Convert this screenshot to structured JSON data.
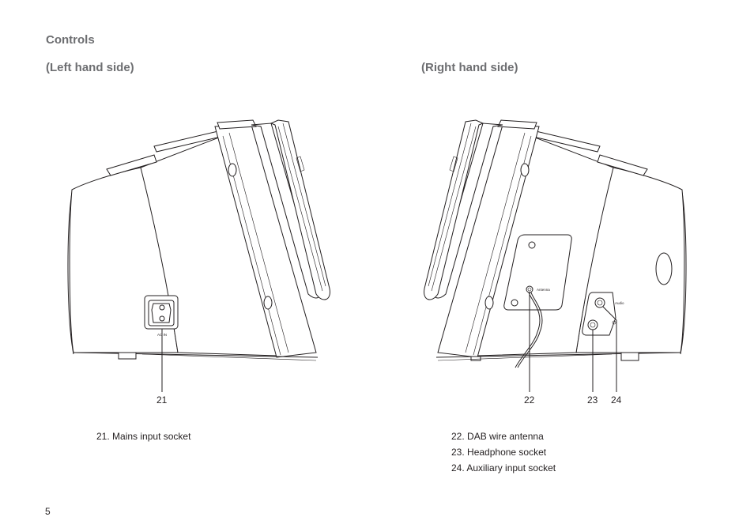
{
  "heading": "Controls",
  "left_side": {
    "label": "(Left hand side)",
    "socket_label": "AC IN",
    "callouts": [
      "21"
    ],
    "items": [
      {
        "num": "21.",
        "text": "Mains input socket"
      }
    ]
  },
  "right_side": {
    "label": "(Right hand side)",
    "antenna_label": "Antenna",
    "audio_label": "Audio",
    "callouts": [
      "22",
      "23",
      "24"
    ],
    "items": [
      {
        "num": "22.",
        "text": "DAB wire antenna"
      },
      {
        "num": "23.",
        "text": "Headphone socket"
      },
      {
        "num": "24.",
        "text": "Auxiliary input socket"
      }
    ]
  },
  "page_number": "5"
}
